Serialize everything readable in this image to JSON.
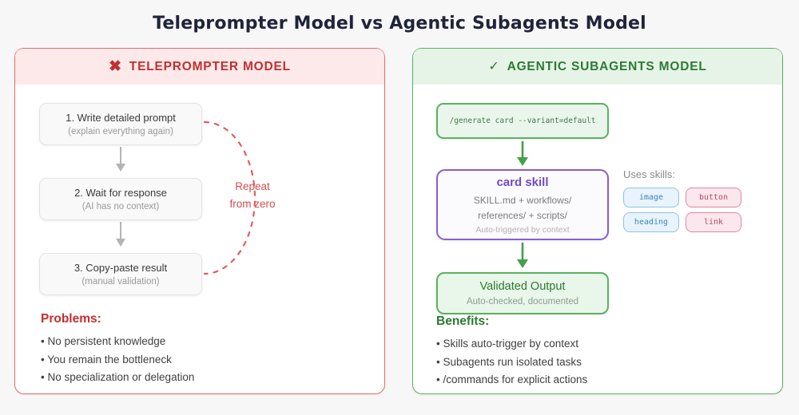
{
  "title": "Teleprompter Model vs Agentic Subagents Model",
  "colors": {
    "red_accent": "#c22f2f",
    "red_border": "#e36b6b",
    "green_accent": "#2c7a33",
    "green_border": "#57b25e",
    "purple_accent": "#7449c9",
    "blue_chip": "#3d85c6",
    "pink_chip": "#c2476c"
  },
  "left_panel": {
    "icon": "✖",
    "title": "TELEPROMPTER MODEL",
    "steps": [
      {
        "label": "1. Write detailed prompt",
        "sublabel": "(explain everything again)"
      },
      {
        "label": "2. Wait for response",
        "sublabel": "(AI has no context)"
      },
      {
        "label": "3. Copy-paste result",
        "sublabel": "(manual validation)"
      }
    ],
    "loop": {
      "line1": "Repeat",
      "line2": "from zero"
    },
    "problems_title": "Problems:",
    "problems": [
      "• No persistent knowledge",
      "• You remain the bottleneck",
      "• No specialization or delegation"
    ]
  },
  "right_panel": {
    "icon": "✓",
    "title": "AGENTIC SUBAGENTS MODEL",
    "command": "/generate card --variant=default",
    "skill_card": {
      "title": "card skill",
      "line1": "SKILL.md + workflows/",
      "line2": "references/ + scripts/",
      "note": "Auto-triggered by context"
    },
    "uses_skills_label": "Uses skills:",
    "skills": [
      {
        "label": "image"
      },
      {
        "label": "button"
      },
      {
        "label": "heading"
      },
      {
        "label": "link"
      }
    ],
    "output": {
      "title": "Validated Output",
      "subtitle": "Auto-checked, documented"
    },
    "benefits_title": "Benefits:",
    "benefits": [
      "• Skills auto-trigger by context",
      "• Subagents run isolated tasks",
      "• /commands for explicit actions"
    ]
  }
}
